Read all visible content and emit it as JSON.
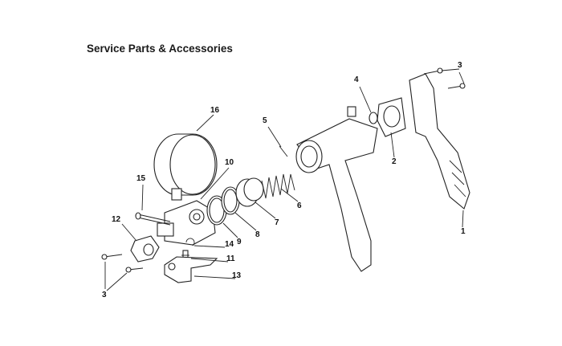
{
  "title": "Service Parts & Accessories",
  "callouts": {
    "c1": "1",
    "c2": "2",
    "c3a": "3",
    "c3b": "3",
    "c4": "4",
    "c5": "5",
    "c6": "6",
    "c7": "7",
    "c8": "8",
    "c9": "9",
    "c10": "10",
    "c11": "11",
    "c12": "12",
    "c13": "13",
    "c14": "14",
    "c15": "15",
    "c16": "16"
  }
}
